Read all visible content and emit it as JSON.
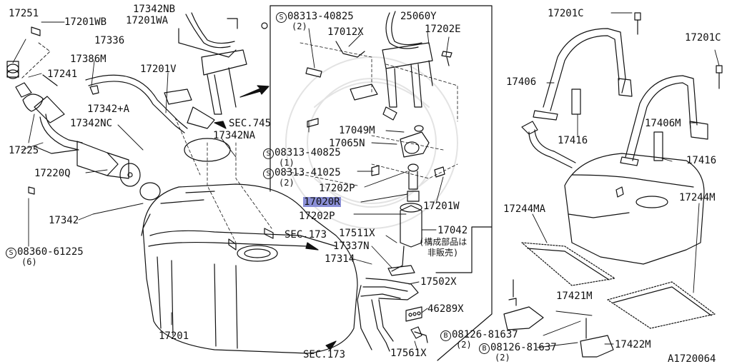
{
  "diagram_id": "A1720064",
  "labels": {
    "l17251": "17251",
    "l17201WB": "17201WB",
    "l17342NB": "17342NB",
    "l17201WA": "17201WA",
    "l17336": "17336",
    "l17386M": "17386M",
    "l17241": "17241",
    "l17201V": "17201V",
    "l17342A": "17342+A",
    "l17342NC": "17342NC",
    "sec745": "SEC.745",
    "l17342NA": "17342NA",
    "l17225": "17225",
    "l17220Q": "17220Q",
    "l17342": "17342",
    "s08360": "08360-61225",
    "s08360q": "(6)",
    "s08313a": "08313-40825",
    "s08313aq": "(2)",
    "l17012X": "17012X",
    "l25060Y": "25060Y",
    "l17202E": "17202E",
    "l17049M": "17049M",
    "l17065N": "17065N",
    "s08313b": "08313-40825",
    "s08313bq": "(1)",
    "s08313c": "08313-41025",
    "s08313cq": "(2)",
    "l17202P1": "17202P",
    "l17020R": "17020R",
    "l17202P2": "17202P",
    "l17201W": "17201W",
    "l17042": "17042",
    "note_jp1": "(構成部品は",
    "note_jp2": "非販売)",
    "sec173a": "SEC.173",
    "l17511X": "17511X",
    "l17337N": "17337N",
    "l17314": "17314",
    "l17502X": "17502X",
    "l46289X": "46289X",
    "l17561X": "17561X",
    "sec173b": "SEC.173",
    "l17201": "17201",
    "l17201C1": "17201C",
    "l17201C2": "17201C",
    "l17406": "17406",
    "l17406M": "17406M",
    "l17416a": "17416",
    "l17416b": "17416",
    "l17244MA": "17244MA",
    "l17244M": "17244M",
    "l17421M": "17421M",
    "l17422M": "17422M",
    "b08126a": "08126-81637",
    "b08126aq": "(2)",
    "b08126b": "08126-81637",
    "b08126bq": "(2)",
    "s_mark": "S",
    "b_mark": "B"
  },
  "highlight_color": "#8a8fd6"
}
